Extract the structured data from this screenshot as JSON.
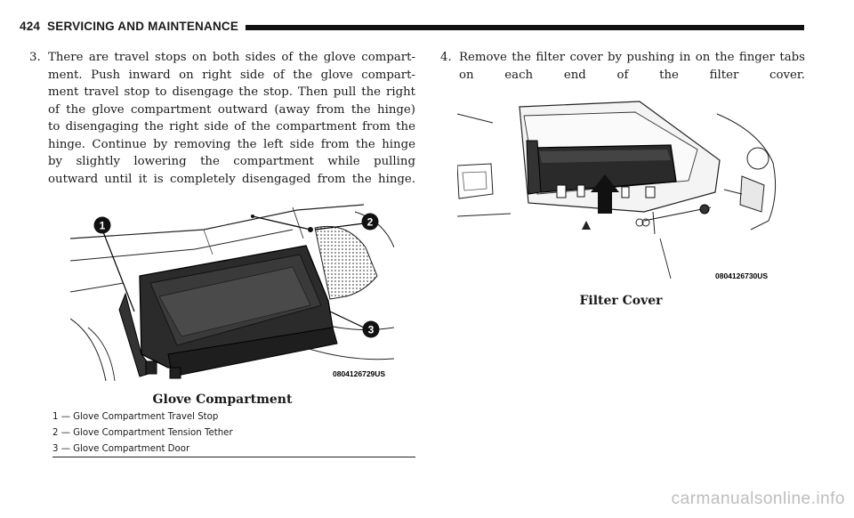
{
  "header": {
    "page_number": "424",
    "section_title": "SERVICING AND MAINTENANCE"
  },
  "step3": {
    "number": "3.",
    "lines": [
      "There are travel stops on both sides of the glove compart-",
      "ment. Push inward on right side of the glove compart-",
      "ment travel stop to disengage the stop. Then pull the right",
      "of the glove compartment outward (away from the hinge)",
      "to disengaging the right side of the compartment from the",
      "hinge. Continue by removing the left side from the hinge",
      "by slightly lowering the compartment while pulling",
      "outward until it is completely disengaged from the hinge."
    ]
  },
  "step4": {
    "number": "4.",
    "lines": [
      "Remove the filter cover by pushing in on the finger tabs",
      "on each end of the filter cover."
    ]
  },
  "figure1": {
    "caption": "Glove Compartment",
    "part_number": "0804126729US",
    "callouts": [
      "1",
      "2",
      "3"
    ],
    "legend": [
      "1 — Glove Compartment Travel Stop",
      "2 — Glove Compartment Tension Tether",
      "3 — Glove Compartment Door"
    ]
  },
  "figure2": {
    "caption": "Filter Cover",
    "part_number": "0804126730US"
  },
  "watermark": "carmanualsonline.info"
}
